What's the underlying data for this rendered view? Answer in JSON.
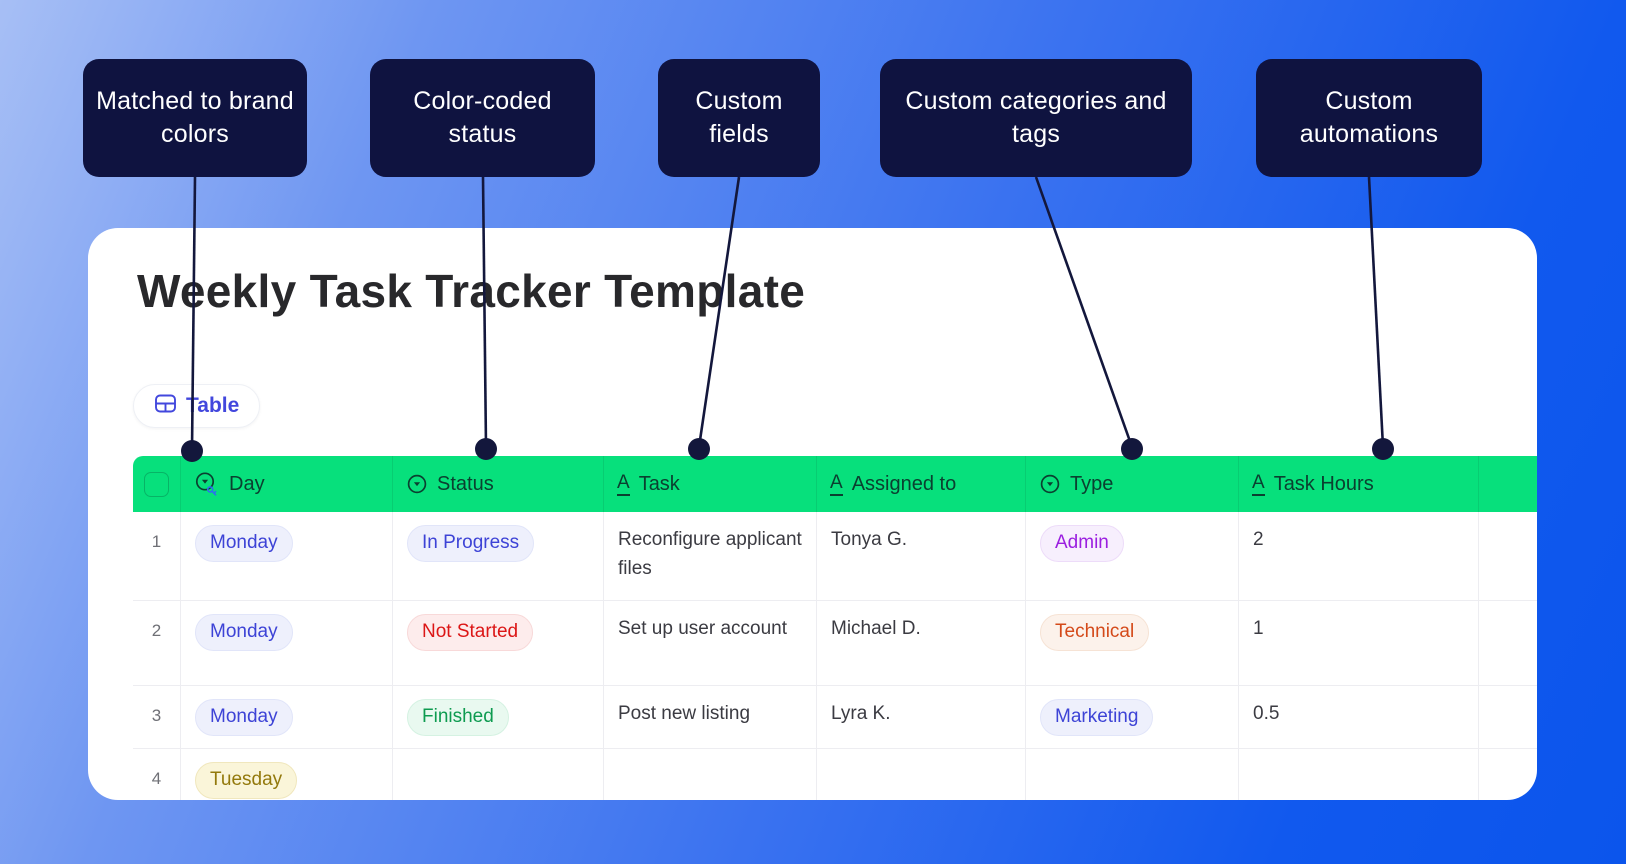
{
  "callouts": [
    {
      "label": "Matched to brand colors"
    },
    {
      "label": "Color-coded status"
    },
    {
      "label": "Custom fields"
    },
    {
      "label": "Custom categories and tags"
    },
    {
      "label": "Custom automations"
    }
  ],
  "card": {
    "title": "Weekly Task Tracker Template",
    "view_button_label": "Table"
  },
  "table": {
    "headers": [
      {
        "label": "Day",
        "icon": "single-select-key-icon"
      },
      {
        "label": "Status",
        "icon": "single-select-icon"
      },
      {
        "label": "Task",
        "icon": "text-field-icon"
      },
      {
        "label": "Assigned to",
        "icon": "text-field-icon"
      },
      {
        "label": "Type",
        "icon": "single-select-icon"
      },
      {
        "label": "Task Hours",
        "icon": "text-field-icon"
      }
    ],
    "rows": [
      {
        "num": "1",
        "day": "Monday",
        "day_color": "blue",
        "status": "In Progress",
        "status_color": "blue",
        "task": "Reconfigure applicant files",
        "assigned": "Tonya G.",
        "type": "Admin",
        "type_color": "purple",
        "hours": "2"
      },
      {
        "num": "2",
        "day": "Monday",
        "day_color": "blue",
        "status": "Not Started",
        "status_color": "red",
        "task": "Set up user account",
        "assigned": "Michael D.",
        "type": "Technical",
        "type_color": "orange",
        "hours": "1"
      },
      {
        "num": "3",
        "day": "Monday",
        "day_color": "blue",
        "status": "Finished",
        "status_color": "green",
        "task": "Post new listing",
        "assigned": "Lyra K.",
        "type": "Marketing",
        "type_color": "blue",
        "hours": "0.5"
      },
      {
        "num": "4",
        "day": "Tuesday",
        "day_color": "yellow",
        "status": "",
        "task": "",
        "assigned": "",
        "type": "",
        "hours": ""
      }
    ]
  },
  "palette": {
    "callout-navy": "#0f1340",
    "line-navy": "#13173c",
    "header-green": "#07e07c",
    "header-text": "#0b4030",
    "accent-blue": "#4247dd",
    "pill-blue": "#3d43d6",
    "pill-blue-bg": "#eef0fc",
    "pill-red": "#dc1616",
    "pill-red-bg": "#fdecec",
    "pill-green": "#0e9b50",
    "pill-green-bg": "#e9f9f0",
    "pill-purple": "#9b1fe0",
    "pill-purple-bg": "#f7effd",
    "pill-orange": "#d44a1a",
    "pill-orange-bg": "#fcf2eb",
    "pill-yellow": "#93790c",
    "pill-yellow-bg": "#faf5d9"
  }
}
